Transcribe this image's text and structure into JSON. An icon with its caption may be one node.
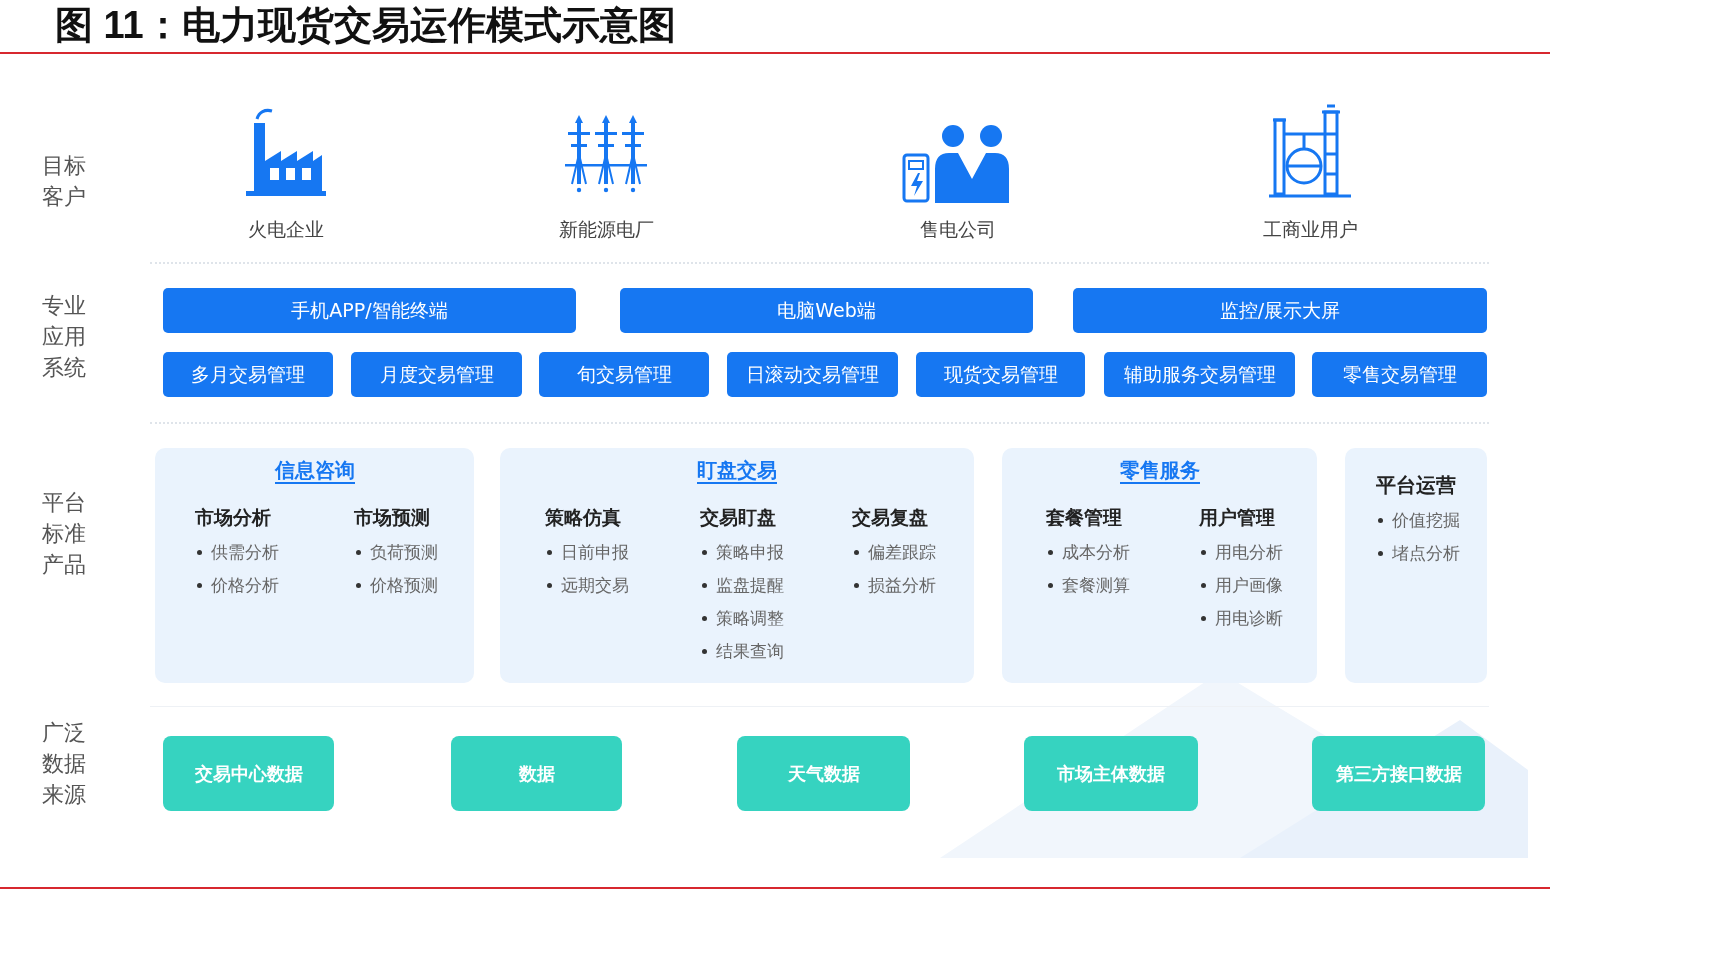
{
  "diagram": {
    "title": "图 11：电力现货交易运作模式示意图",
    "nodes": [
      {
        "text": [
          "手机APP/智能终端"
        ]
      },
      {
        "text": [
          "电脑Web端"
        ]
      },
      {
        "text": [
          "监控/展示大屏"
        ]
      },
      {
        "text": [
          "多月交易管理"
        ]
      },
      {
        "text": [
          "月度交易管理"
        ]
      },
      {
        "text": [
          "旬交易管理"
        ]
      },
      {
        "text": [
          "日滚动交易管理"
        ]
      },
      {
        "text": [
          "现货交易管理"
        ]
      },
      {
        "text": [
          "辅助服务交易管理"
        ]
      },
      {
        "text": [
          "零售交易管理"
        ]
      },
      {
        "text": [
          "信息咨询",
          "市场分析",
          "供需分析",
          "价格分析",
          "市场预测",
          "负荷预测",
          "价格预测"
        ]
      },
      {
        "text": [
          "盯盘交易",
          "策略仿真",
          "日前申报",
          "远期交易",
          "交易盯盘",
          "策略申报",
          "监盘提醒",
          "策略调整",
          "结果查询",
          "交易复盘",
          "偏差跟踪",
          "损益分析"
        ]
      },
      {
        "text": [
          "零售服务",
          "套餐管理",
          "成本分析",
          "套餐测算",
          "用户管理",
          "用电分析",
          "用户画像",
          "用电诊断"
        ]
      },
      {
        "text": [
          "平台运营",
          "价值挖掘",
          "堵点分析"
        ]
      },
      {
        "text": [
          "交易中心数据"
        ]
      },
      {
        "text": [
          "数据"
        ]
      },
      {
        "text": [
          "天气数据"
        ]
      },
      {
        "text": [
          "市场主体数据"
        ]
      },
      {
        "text": [
          "第三方接口数据"
        ]
      }
    ],
    "labels": [
      "目标客户",
      "火电企业",
      "新能源电厂",
      "售电公司",
      "工商业用户",
      "专业应用系统",
      "平台标准产品",
      "广泛数据来源"
    ]
  }
}
